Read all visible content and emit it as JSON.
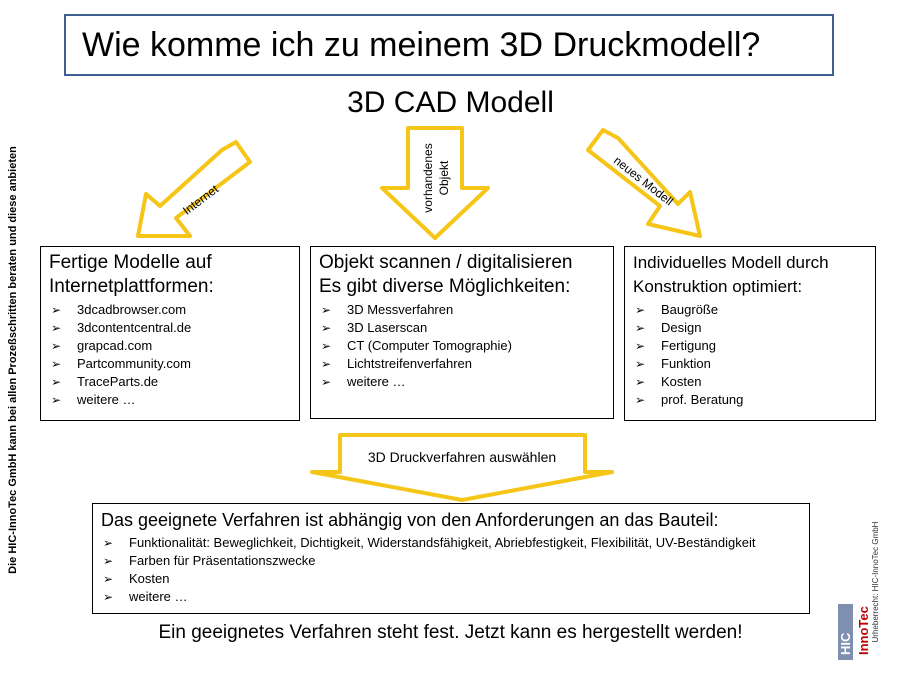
{
  "title": "Wie komme ich zu meinem 3D Druckmodell?",
  "subtitle": "3D CAD Modell",
  "arrows": {
    "left": "Internet",
    "middle_line1": "vorhandenes",
    "middle_line2": "Objekt",
    "right": "neues Modell",
    "bottom": "3D Druckverfahren auswählen"
  },
  "boxes": {
    "left": {
      "line1": "Fertige Modelle auf",
      "line2": "Internetplattformen:",
      "items": [
        "3dcadbrowser.com",
        "3dcontentcentral.de",
        "grapcad.com",
        "Partcommunity.com",
        "TraceParts.de",
        "weitere …"
      ]
    },
    "middle": {
      "line1": "Objekt scannen / digitalisieren",
      "line2": "Es gibt diverse Möglichkeiten:",
      "items": [
        "3D Messverfahren",
        "3D Laserscan",
        "CT (Computer Tomographie)",
        "Lichtstreifenverfahren",
        "weitere …"
      ]
    },
    "right": {
      "line1": "Individuelles Modell durch",
      "line2": "Konstruktion optimiert:",
      "items": [
        "Baugröße",
        "Design",
        "Fertigung",
        "Funktion",
        "Kosten",
        "prof. Beratung"
      ]
    },
    "bottom": {
      "heading": "Das geeignete Verfahren ist abhängig von den Anforderungen an das Bauteil:",
      "items": [
        "Funktionalität: Beweglichkeit, Dichtigkeit, Widerstandsfähigkeit, Abriebfestigkeit, Flexibilität, UV-Beständigkeit",
        "Farben für Präsentationszwecke",
        "Kosten",
        "weitere …"
      ]
    }
  },
  "bullet_glyph": "➢",
  "footer": "Ein geeignetes Verfahren steht fest. Jetzt kann es hergestellt werden!",
  "side_note": "Die  HIC-InnoTec GmbH kann bei allen Prozeßschritten beraten und diese anbieten",
  "copyright": "Urheberrecht: HIC-InnoTec GmbH",
  "logo": {
    "left": "HIC",
    "right": "InnoTec"
  },
  "colors": {
    "arrow_fill": "#ffffff",
    "arrow_stroke": "#f5c518",
    "title_border": "#3f5f91",
    "logo_red": "#c00000",
    "logo_blue": "#1f3a93"
  }
}
